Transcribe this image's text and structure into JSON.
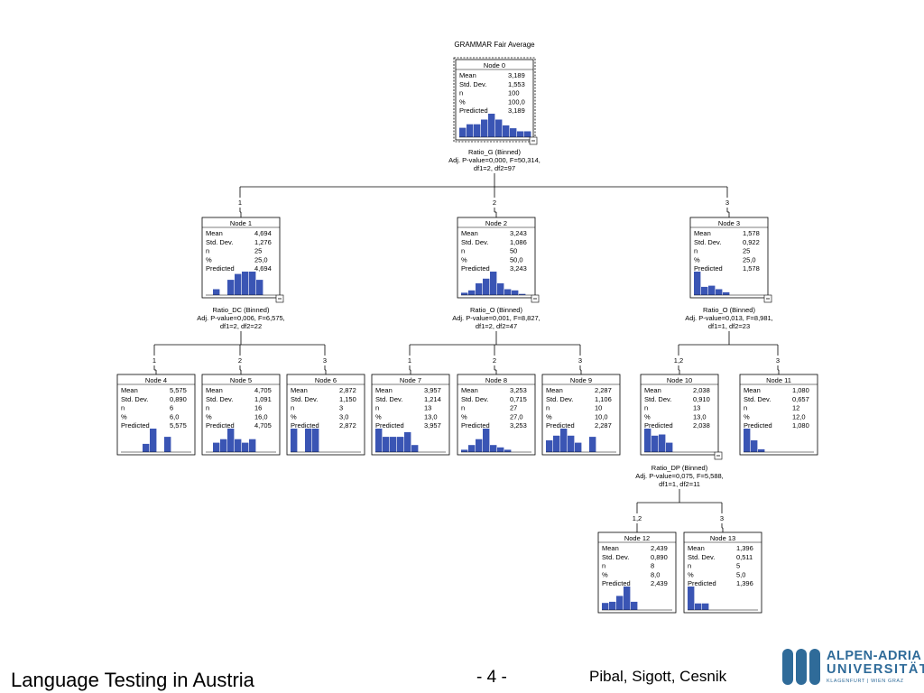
{
  "colors": {
    "bar": "#3a55b4",
    "line": "#000000",
    "logo": "#2f6b99"
  },
  "title": "GRAMMAR Fair Average",
  "stat_labels": [
    "Mean",
    "Std. Dev.",
    "n",
    "%",
    "Predicted"
  ],
  "nodes": [
    {
      "id": 0,
      "label": "Node 0",
      "mean": "3,189",
      "std": "1,553",
      "n": "100",
      "pct": "100,0",
      "pred": "3,189",
      "hist": [
        0.4,
        0.55,
        0.55,
        0.75,
        1.0,
        0.75,
        0.5,
        0.38,
        0.25,
        0.25
      ]
    },
    {
      "id": 1,
      "label": "Node 1",
      "mean": "4,694",
      "std": "1,276",
      "n": "25",
      "pct": "25,0",
      "pred": "4,694",
      "hist": [
        0,
        0.25,
        0,
        0.65,
        0.9,
        1.0,
        1.0,
        0.65
      ]
    },
    {
      "id": 2,
      "label": "Node 2",
      "mean": "3,243",
      "std": "1,086",
      "n": "50",
      "pct": "50,0",
      "pred": "3,243",
      "hist": [
        0.1,
        0.2,
        0.5,
        0.7,
        1.0,
        0.5,
        0.25,
        0.2,
        0.05
      ]
    },
    {
      "id": 3,
      "label": "Node 3",
      "mean": "1,578",
      "std": "0,922",
      "n": "25",
      "pct": "25,0",
      "pred": "1,578",
      "hist": [
        1.0,
        0.35,
        0.4,
        0.25,
        0.12
      ]
    },
    {
      "id": 4,
      "label": "Node 4",
      "mean": "5,575",
      "std": "0,890",
      "n": "6",
      "pct": "6,0",
      "pred": "5,575",
      "hist": [
        0,
        0,
        0,
        0.35,
        1.0,
        0,
        0.65
      ]
    },
    {
      "id": 5,
      "label": "Node 5",
      "mean": "4,705",
      "std": "1,091",
      "n": "16",
      "pct": "16,0",
      "pred": "4,705",
      "hist": [
        0,
        0.4,
        0.55,
        1.0,
        0.55,
        0.4,
        0.55
      ]
    },
    {
      "id": 6,
      "label": "Node 6",
      "mean": "2,872",
      "std": "1,150",
      "n": "3",
      "pct": "3,0",
      "pred": "2,872",
      "hist": [
        1.0,
        0,
        1.0,
        1.0
      ]
    },
    {
      "id": 7,
      "label": "Node 7",
      "mean": "3,957",
      "std": "1,214",
      "n": "13",
      "pct": "13,0",
      "pred": "3,957",
      "hist": [
        1.0,
        0.65,
        0.65,
        0.65,
        0.85,
        0.3
      ]
    },
    {
      "id": 8,
      "label": "Node 8",
      "mean": "3,253",
      "std": "0,715",
      "n": "27",
      "pct": "27,0",
      "pred": "3,253",
      "hist": [
        0.1,
        0.3,
        0.55,
        1.0,
        0.3,
        0.2,
        0.1
      ]
    },
    {
      "id": 9,
      "label": "Node 9",
      "mean": "2,287",
      "std": "1,106",
      "n": "10",
      "pct": "10,0",
      "pred": "2,287",
      "hist": [
        0.5,
        0.7,
        1.0,
        0.7,
        0.4,
        0,
        0.65
      ]
    },
    {
      "id": 10,
      "label": "Node 10",
      "mean": "2,038",
      "std": "0,910",
      "n": "13",
      "pct": "13,0",
      "pred": "2,038",
      "hist": [
        1.0,
        0.7,
        0.75,
        0.4
      ]
    },
    {
      "id": 11,
      "label": "Node 11",
      "mean": "1,080",
      "std": "0,657",
      "n": "12",
      "pct": "12,0",
      "pred": "1,080",
      "hist": [
        1.0,
        0.5,
        0.12
      ]
    },
    {
      "id": 12,
      "label": "Node 12",
      "mean": "2,439",
      "std": "0,890",
      "n": "8",
      "pct": "8,0",
      "pred": "2,439",
      "hist": [
        0.3,
        0.35,
        0.6,
        1.0,
        0.35
      ]
    },
    {
      "id": 13,
      "label": "Node 13",
      "mean": "1,396",
      "std": "0,511",
      "n": "5",
      "pct": "5,0",
      "pred": "1,396",
      "hist": [
        1.0,
        0.28,
        0.28
      ]
    }
  ],
  "splits": [
    {
      "parent": 0,
      "variable": "Ratio_G (Binned)",
      "pvalue": "Adj. P-value=0,000, F=50,314,",
      "df": "df1=2, df2=97",
      "branches": [
        {
          "label": "1",
          "child": 1
        },
        {
          "label": "2",
          "child": 2
        },
        {
          "label": "3",
          "child": 3
        }
      ]
    },
    {
      "parent": 1,
      "variable": "Ratio_DC (Binned)",
      "pvalue": "Adj. P-value=0,006, F=6,575,",
      "df": "df1=2, df2=22",
      "branches": [
        {
          "label": "1",
          "child": 4
        },
        {
          "label": "2",
          "child": 5
        },
        {
          "label": "3",
          "child": 6
        }
      ]
    },
    {
      "parent": 2,
      "variable": "Ratio_O (Binned)",
      "pvalue": "Adj. P-value=0,001, F=8,827,",
      "df": "df1=2, df2=47",
      "branches": [
        {
          "label": "1",
          "child": 7
        },
        {
          "label": "2",
          "child": 8
        },
        {
          "label": "3",
          "child": 9
        }
      ]
    },
    {
      "parent": 3,
      "variable": "Ratio_O (Binned)",
      "pvalue": "Adj. P-value=0,013, F=8,981,",
      "df": "df1=1, df2=23",
      "branches": [
        {
          "label": "1,2",
          "child": 10
        },
        {
          "label": "3",
          "child": 11
        }
      ]
    },
    {
      "parent": 10,
      "variable": "Ratio_DP (Binned)",
      "pvalue": "Adj. P-value=0,075, F=5,588,",
      "df": "df1=1, df2=11",
      "branches": [
        {
          "label": "1,2",
          "child": 12
        },
        {
          "label": "3",
          "child": 13
        }
      ]
    }
  ],
  "footer": {
    "left": "Language Testing in Austria",
    "center": "- 4 -",
    "right": "Pibal, Sigott, Cesnik"
  },
  "logo": {
    "line1": "ALPEN-ADRIA",
    "line2": "UNIVERSITÄT",
    "line3": "KLAGENFURT | WIEN GRAZ"
  }
}
